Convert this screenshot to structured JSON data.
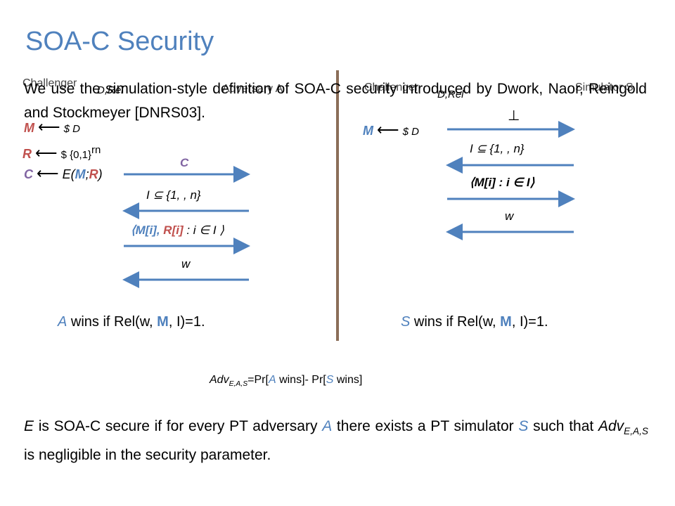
{
  "slide": {
    "title": "SOA-C Security",
    "intro": "We use the simulation-style definition of SOA-C security introduced by Dwork, Naor, Reingold and Stockmeyer [DNRS03]."
  },
  "left": {
    "challenger_label": "Challenger",
    "adversary_label": "Adversary A",
    "dist_sub": "D,Rel",
    "M_var": "M",
    "M_source": "$ D",
    "R_var": "R",
    "R_source_prefix": "$ {0,1}",
    "R_source_sup": "rn",
    "C_var": "C",
    "C_enc_E": "E(",
    "C_enc_M": "M",
    "C_enc_sep": ";",
    "C_enc_R": "R",
    "C_enc_close": ")",
    "msg_C": "C",
    "msg_I": "I ⊆ {1, , n}",
    "msg_open_M": "⟨M[i], ",
    "msg_open_R": "R[i]",
    "msg_open_rest": " : i ∈ I ⟩",
    "msg_w": "w",
    "win_A": "A",
    "win_rest": " wins if Rel(w, ",
    "win_M": "M",
    "win_tail": ", I)=1."
  },
  "right": {
    "challenger_label": "Challenger",
    "simulator_label": "Simulator S",
    "dist_sub": "D,Rel",
    "M_var": "M",
    "M_source": "$ D",
    "msg_bot": "⊥",
    "msg_I": "I ⊆ {1, , n}",
    "msg_open": "⟨M[i] : i ∈ I⟩",
    "msg_w": "w",
    "win_S": "S",
    "win_rest": " wins if Rel(w, ",
    "win_M": "M",
    "win_tail": ", I)=1."
  },
  "advantage": {
    "lhs": "Adv",
    "lhs_sub": "E,A,S",
    "eq": "=Pr[",
    "a": "A",
    "mid": " wins]- Pr[",
    "s": "S",
    "end": " wins]"
  },
  "conclusion": {
    "E": "E",
    "p1": " is SOA-C secure if for every PT adversary ",
    "A": "A",
    "p2": " there exists a PT simulator ",
    "S": "S",
    "p3": " such that ",
    "adv": "Adv",
    "adv_sub": "E,A,S",
    "p4": " is negligible in the security parameter."
  },
  "colors": {
    "title": "#4f81bd",
    "arrows": "#4f81bd",
    "divider": "#8b6e58",
    "red": "#c0504d",
    "purple": "#8064a2"
  }
}
